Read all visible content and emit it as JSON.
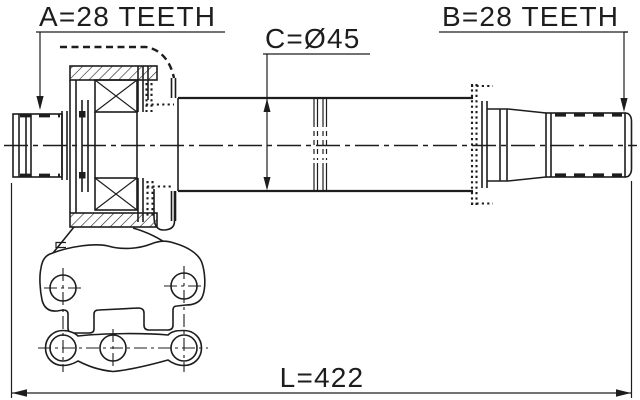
{
  "diagram": {
    "kind": "technical-drawing",
    "subject": "drive shaft / CV axle side view",
    "background_color": "#ffffff",
    "line_color": "#1d1d1d",
    "labels": {
      "spline_a": "A=28 TEETH",
      "spline_b": "B=28 TEETH",
      "diameter_c": "C=Ø45",
      "length_l": "L=422"
    },
    "values": {
      "a_teeth": 28,
      "b_teeth": 28,
      "c_diameter_mm": 45,
      "overall_length_mm": 422
    }
  }
}
